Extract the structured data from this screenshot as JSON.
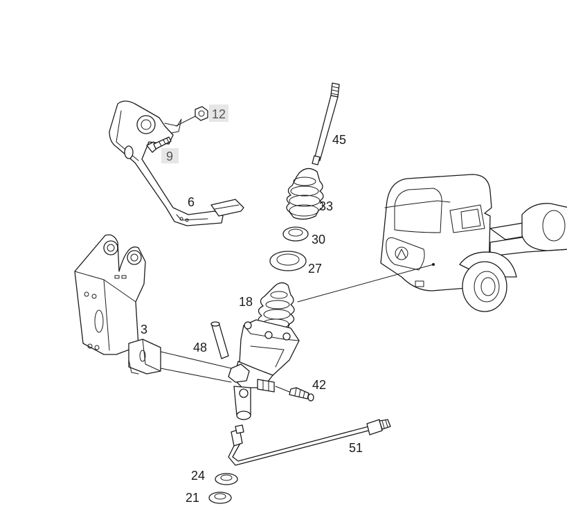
{
  "labels": {
    "p12": "12",
    "p9": "9",
    "p6": "6",
    "p45": "45",
    "p33": "33",
    "p30": "30",
    "p27": "27",
    "p18": "18",
    "p3": "3",
    "p48": "48",
    "p42": "42",
    "p51": "51",
    "p24": "24",
    "p21": "21"
  },
  "highlighted_labels": [
    "12",
    "9"
  ],
  "colors": {
    "line": "#1a1a1a",
    "highlight": "#e6e6e6",
    "highlight_text": "#555555"
  }
}
